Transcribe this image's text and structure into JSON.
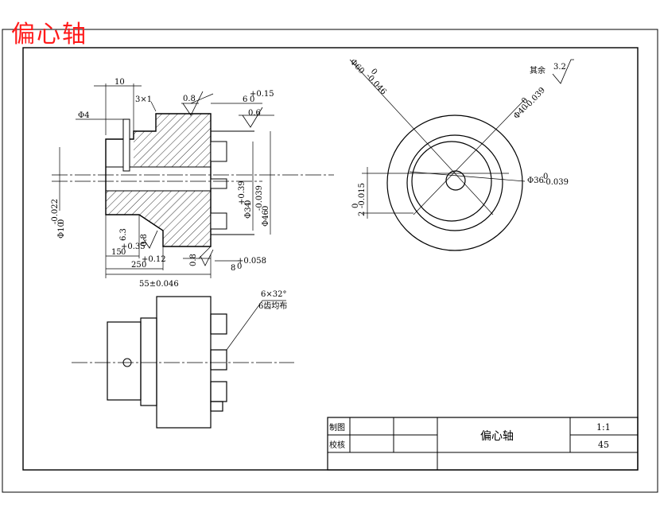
{
  "overlay_title": "偏心轴",
  "title_block": {
    "drawn_by_label": "制图",
    "checked_by_label": "校核",
    "part_name": "偏心轴",
    "scale": "1:1",
    "material": "45"
  },
  "surface_finish_other": {
    "label": "其余",
    "value": "3.2"
  },
  "front_view_dimensions": {
    "d10": "10",
    "d3x1": "3×1",
    "ra08_top": "0.8",
    "d6_tol": "6",
    "d6_tol_sup": "+0.15",
    "d6_tol_sub": "0",
    "ra06": "0.6",
    "phi4": "Φ4",
    "phi10_base": "Φ10",
    "phi10_tol": "-0.022",
    "phi10_tol_lo": "0",
    "phi34_base": "Φ34",
    "phi34_tol": "+0.39",
    "phi34_tol_lo": "0",
    "phi46_base": "Φ46",
    "phi46_tol": "-0.039",
    "phi46_tol_lo": "0",
    "d63": "6.3",
    "ra08_mid": "0.8",
    "d15_base": "15",
    "d15_tol": "+0.35",
    "d15_tol_lo": "0",
    "d25_base": "25",
    "d25_tol": "+0.12",
    "d25_tol_lo": "0",
    "ra08_bot": "0.8",
    "d8_base": "8",
    "d8_tol": "+0.058",
    "d8_tol_lo": "0",
    "d55": "55±0.046"
  },
  "side_view_dimensions": {
    "phi60_base": "Φ60",
    "phi60_tol": "-0.046",
    "phi60_tol_lo": "0",
    "phi40_base": "Φ40",
    "phi40_tol": "-0.039",
    "phi40_tol_lo": "0",
    "phi36_base": "Φ36",
    "phi36_tol": "-0.039",
    "phi36_tol_lo": "0",
    "ecc_base": "2",
    "ecc_tol": "-0.015",
    "ecc_tol_lo": "0"
  },
  "bottom_view_note": {
    "line1": "6×32°",
    "line2": "6齿均布"
  },
  "colors": {
    "overlay_title": "#ff1a1a",
    "line": "#000000",
    "background": "#ffffff"
  }
}
